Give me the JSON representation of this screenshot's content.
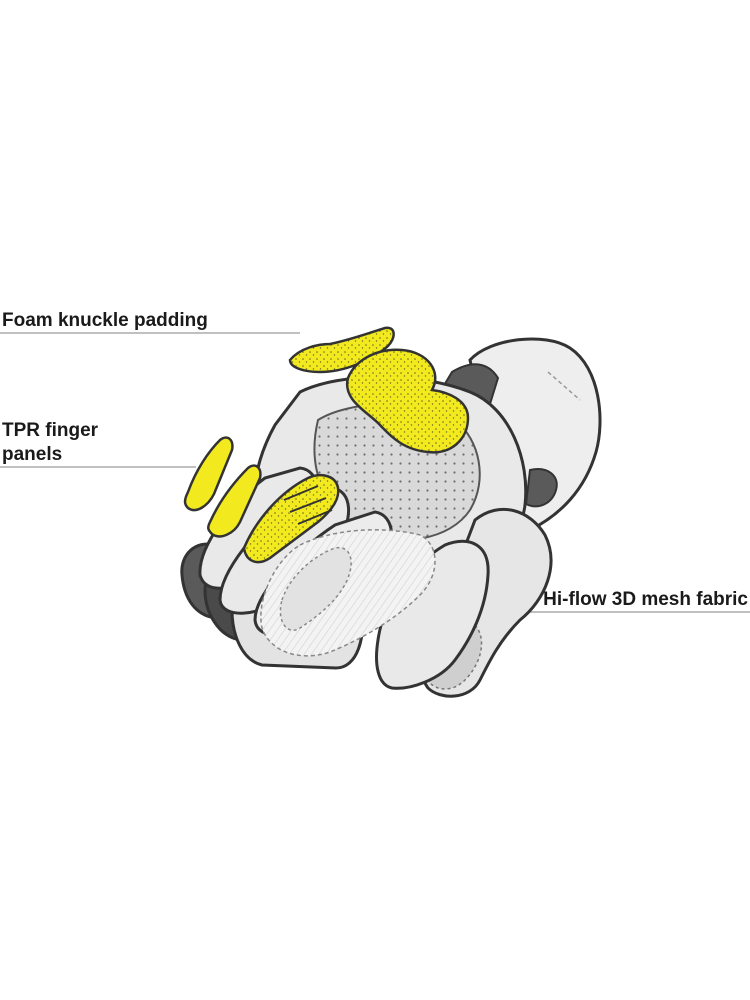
{
  "callouts": {
    "foam": {
      "text": "Foam knuckle padding"
    },
    "tpr": {
      "line1": "TPR finger",
      "line2": "panels"
    },
    "mesh": {
      "text": "Hi-flow 3D mesh fabric"
    }
  },
  "colors": {
    "yellow": "#f2ea1f",
    "outline": "#333333",
    "light_grey": "#e9e9e9",
    "mid_grey": "#c9c9c9",
    "dark_grey": "#5a5a5a",
    "leader_line": "#9a9a9a"
  }
}
